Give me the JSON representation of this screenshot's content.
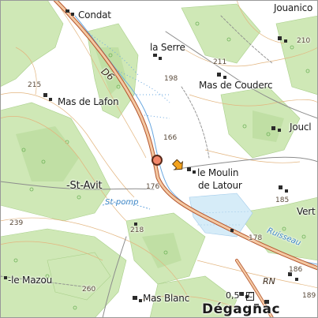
{
  "map": {
    "place_labels": {
      "condat": "Condat",
      "jouanico": "Jouanico",
      "la_serre": "la Serre",
      "mas_de_couderc": "Mas de Couderc",
      "mas_de_lafon": "Mas de Lafon",
      "jouclas": "Joucl",
      "le_moulin": "le Moulin",
      "de_latour": "de Latour",
      "st_avit": "-St-Avit",
      "vert": "Vert",
      "le_mazou": "-le Mazou",
      "mas_blanc": "Mas Blanc",
      "degagnac": "Dégagnac"
    },
    "road_labels": {
      "d6": "D6",
      "rn": "RN"
    },
    "water_labels": {
      "st_pomp": "St-pomp",
      "ruisseau": "Ruisseau"
    },
    "elevations": [
      "215",
      "211",
      "198",
      "166",
      "176",
      "185",
      "218",
      "178",
      "186",
      "239",
      "260",
      "189",
      "210"
    ],
    "scale_text": "0,5",
    "colors": {
      "forest": "#cfe8b6",
      "forest_dark": "#b9dc9c",
      "contour": "#e3b57f",
      "road_fill": "#f4c9a3",
      "road_edge": "#b5562e",
      "stream": "#6aa8e0",
      "lake": "#d6ecf8",
      "marker": "#f2876a",
      "arrow": "#f3a21c"
    },
    "icons": [
      "location-marker-icon",
      "direction-arrow-icon"
    ]
  }
}
